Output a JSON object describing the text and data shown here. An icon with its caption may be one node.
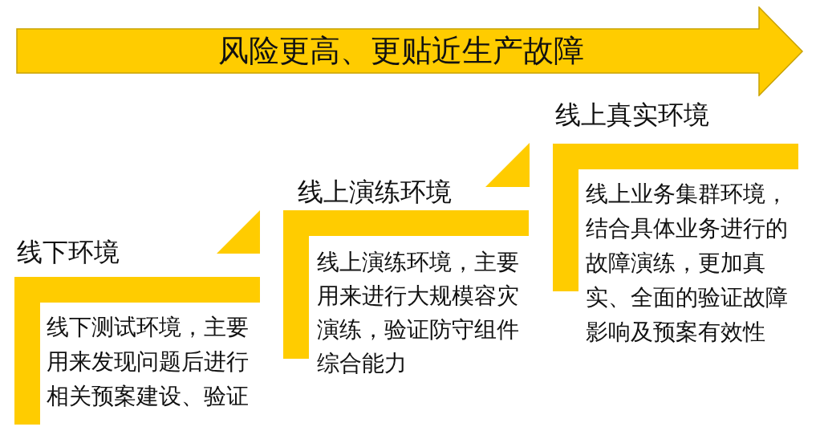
{
  "diagram": {
    "nodes": [
      {
        "text": [
          "风险更高、更贴近生产故障"
        ]
      },
      {
        "text": [
          "线下环境",
          "线下测试环境，主要用来发现问题后进行相关预案建设、验证"
        ]
      },
      {
        "text": [
          "线上演练环境",
          "线上演练环境，主要用来进行大规模容灾演练，验证防守组件综合能力"
        ]
      },
      {
        "text": [
          "线上真实环境",
          "线上业务集群环境，结合具体业务进行的故障演练，更加真实、全面的验证故障影响及预案有效性"
        ]
      }
    ]
  }
}
